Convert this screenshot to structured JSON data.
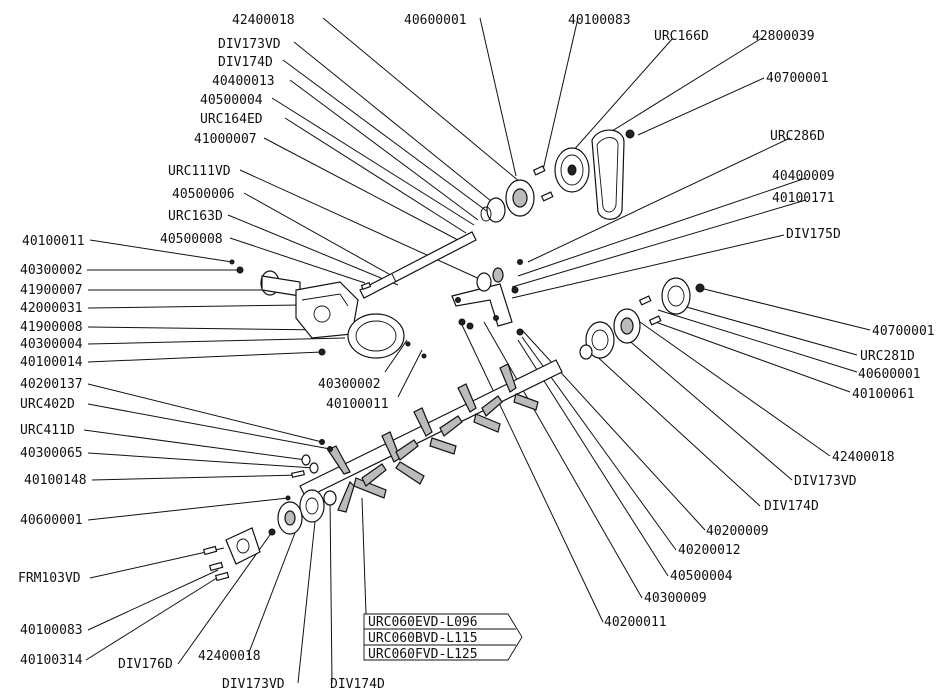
{
  "labels": {
    "l_42400018_top": "42400018",
    "l_40600001_top": "40600001",
    "l_40100083_top": "40100083",
    "l_URC166D": "URC166D",
    "l_42800039": "42800039",
    "l_DIV173VD_top": "DIV173VD",
    "l_DIV174D_top": "DIV174D",
    "l_40400013": "40400013",
    "l_40500004_top": "40500004",
    "l_40700001_top": "40700001",
    "l_URC164ED": "URC164ED",
    "l_41000007": "41000007",
    "l_URC286D": "URC286D",
    "l_URC111VD": "URC111VD",
    "l_40400009": "40400009",
    "l_40500006": "40500006",
    "l_40100171": "40100171",
    "l_URC163D": "URC163D",
    "l_DIV175D": "DIV175D",
    "l_40500008": "40500008",
    "l_40100011_left": "40100011",
    "l_40300002_left": "40300002",
    "l_41900007": "41900007",
    "l_42000031": "42000031",
    "l_41900008": "41900008",
    "l_40300004": "40300004",
    "l_40100014": "40100014",
    "l_40700001_right": "40700001",
    "l_URC281D": "URC281D",
    "l_40600001_right": "40600001",
    "l_40100061": "40100061",
    "l_40300002_mid": "40300002",
    "l_40100011_mid": "40100011",
    "l_40200137": "40200137",
    "l_URC402D": "URC402D",
    "l_URC411D": "URC411D",
    "l_40300065": "40300065",
    "l_40100148": "40100148",
    "l_42400018_right": "42400018",
    "l_DIV173VD_right": "DIV173VD",
    "l_DIV174D_right": "DIV174D",
    "l_40600001_left": "40600001",
    "l_40200009": "40200009",
    "l_40200012": "40200012",
    "l_FRM103VD": "FRM103VD",
    "l_40500004_bot": "40500004",
    "l_40300009": "40300009",
    "l_40200011": "40200011",
    "l_40100083_left": "40100083",
    "l_URC060EVD": "URC060EVD-L096",
    "l_URC060BVD": "URC060BVD-L115",
    "l_URC060FVD": "URC060FVD-L125",
    "l_42400018_bot": "42400018",
    "l_40100314": "40100314",
    "l_DIV176D": "DIV176D",
    "l_DIV173VD_bot": "DIV173VD",
    "l_DIV174D_bot": "DIV174D"
  }
}
